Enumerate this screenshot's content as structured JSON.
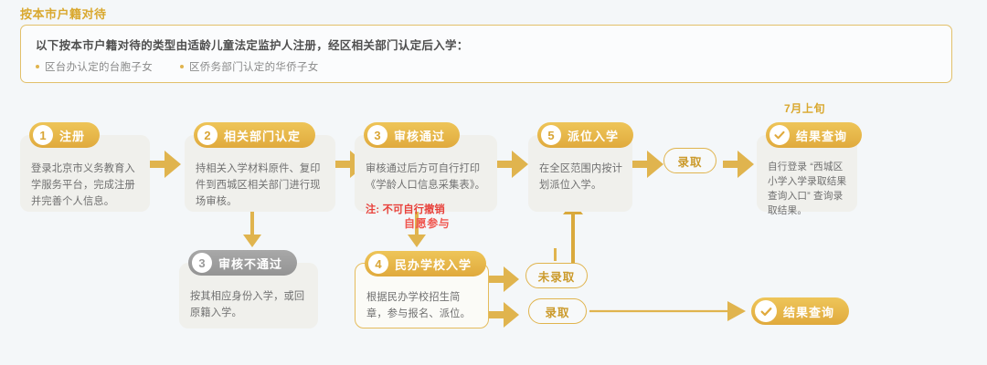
{
  "section": {
    "title": "按本市户籍对待"
  },
  "infobox": {
    "main_text": "以下按本市户籍对待的类型由适龄儿童法定监护人注册，经区相关部门认定后入学：",
    "bullets": [
      "区台办认定的台胞子女",
      "区侨务部门认定的华侨子女"
    ]
  },
  "colors": {
    "gold": "#e0b44e",
    "gold_dark": "#d9a535",
    "gold_light": "#eec559",
    "grey": "#a8a8a8",
    "red": "#e8413b",
    "pink_red": "#f0564f",
    "background": "#f4f7f9",
    "card_bg": "#f0f0ec"
  },
  "steps": [
    {
      "id": "step-1-register",
      "number": "1",
      "title": "注册",
      "body": "登录北京市义务教育入学服务平台，完成注册并完善个人信息。",
      "style": "plain"
    },
    {
      "id": "step-2-department-verify",
      "number": "2",
      "title": "相关部门认定",
      "body": "持相关入学材料原件、复印件到西城区相关部门进行现场审核。",
      "style": "plain"
    },
    {
      "id": "step-3-approved",
      "number": "3",
      "title": "审核通过",
      "body": "审核通过后方可自行打印《学龄人口信息采集表》。",
      "note": "注: 不可自行撤销",
      "style": "plain"
    },
    {
      "id": "step-5-allocation",
      "number": "5",
      "title": "派位入学",
      "body": "在全区范围内按计划派位入学。",
      "style": "plain"
    },
    {
      "id": "step-3-rejected",
      "number": "3",
      "title": "审核不通过",
      "body": "按其相应身份入学，或回原籍入学。",
      "style": "grey"
    },
    {
      "id": "step-4-private-school",
      "number": "4",
      "title": "民办学校入学",
      "body": "根据民办学校招生简章，参与报名、派位。",
      "style": "gold"
    }
  ],
  "result_card": {
    "id": "result-query-card",
    "date_label": "7月上旬",
    "icon": "check-icon",
    "title": "结果查询",
    "body": "自行登录 “西城区小学入学录取结果查询入口” 查询录取结果。"
  },
  "pills": {
    "admitted_top": "录取",
    "not_admitted": "未录取",
    "admitted_bottom": "录取"
  },
  "result_badge": {
    "icon": "check-icon",
    "label": "结果查询"
  },
  "labels": {
    "voluntary": "自愿参与"
  }
}
